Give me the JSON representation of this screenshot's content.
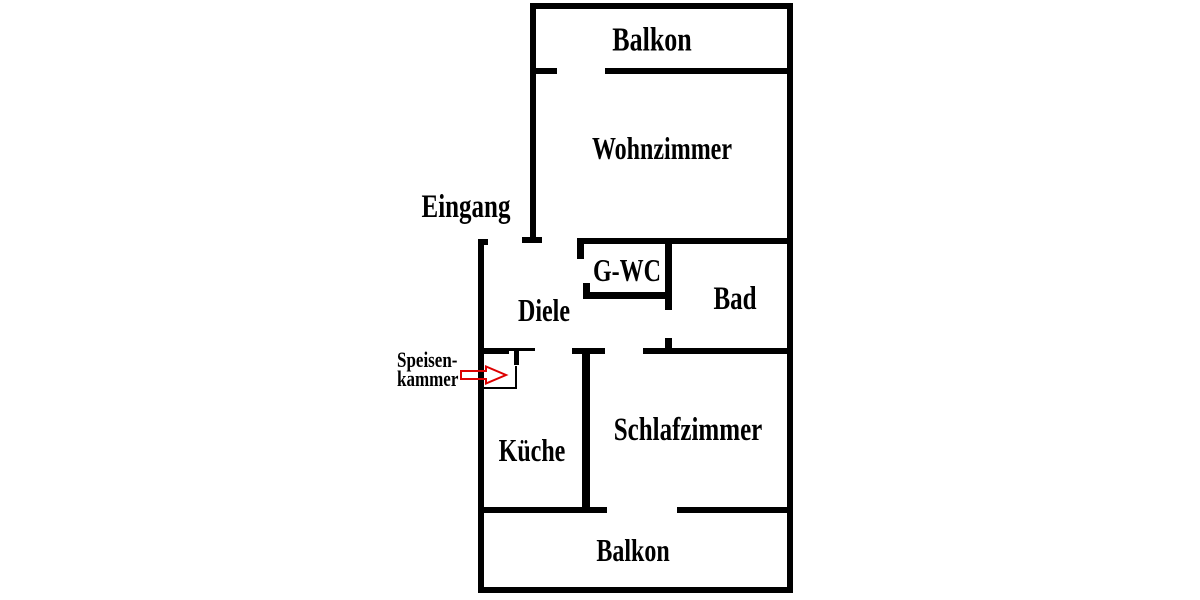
{
  "labels": {
    "balkon_top": "Balkon",
    "wohnzimmer": "Wohnzimmer",
    "eingang": "Eingang",
    "gwc": "G-WC",
    "bad": "Bad",
    "diele": "Diele",
    "speisenkammer_line1": "Speisen-",
    "speisenkammer_line2": "kammer",
    "kueche": "Küche",
    "schlafzimmer": "Schlafzimmer",
    "balkon_bottom": "Balkon"
  },
  "colors": {
    "wall": "#000000",
    "background": "#ffffff",
    "arrow_red": "#dd0000"
  },
  "icons": {
    "speisenkammer_arrow": "red-right-block-arrow"
  }
}
